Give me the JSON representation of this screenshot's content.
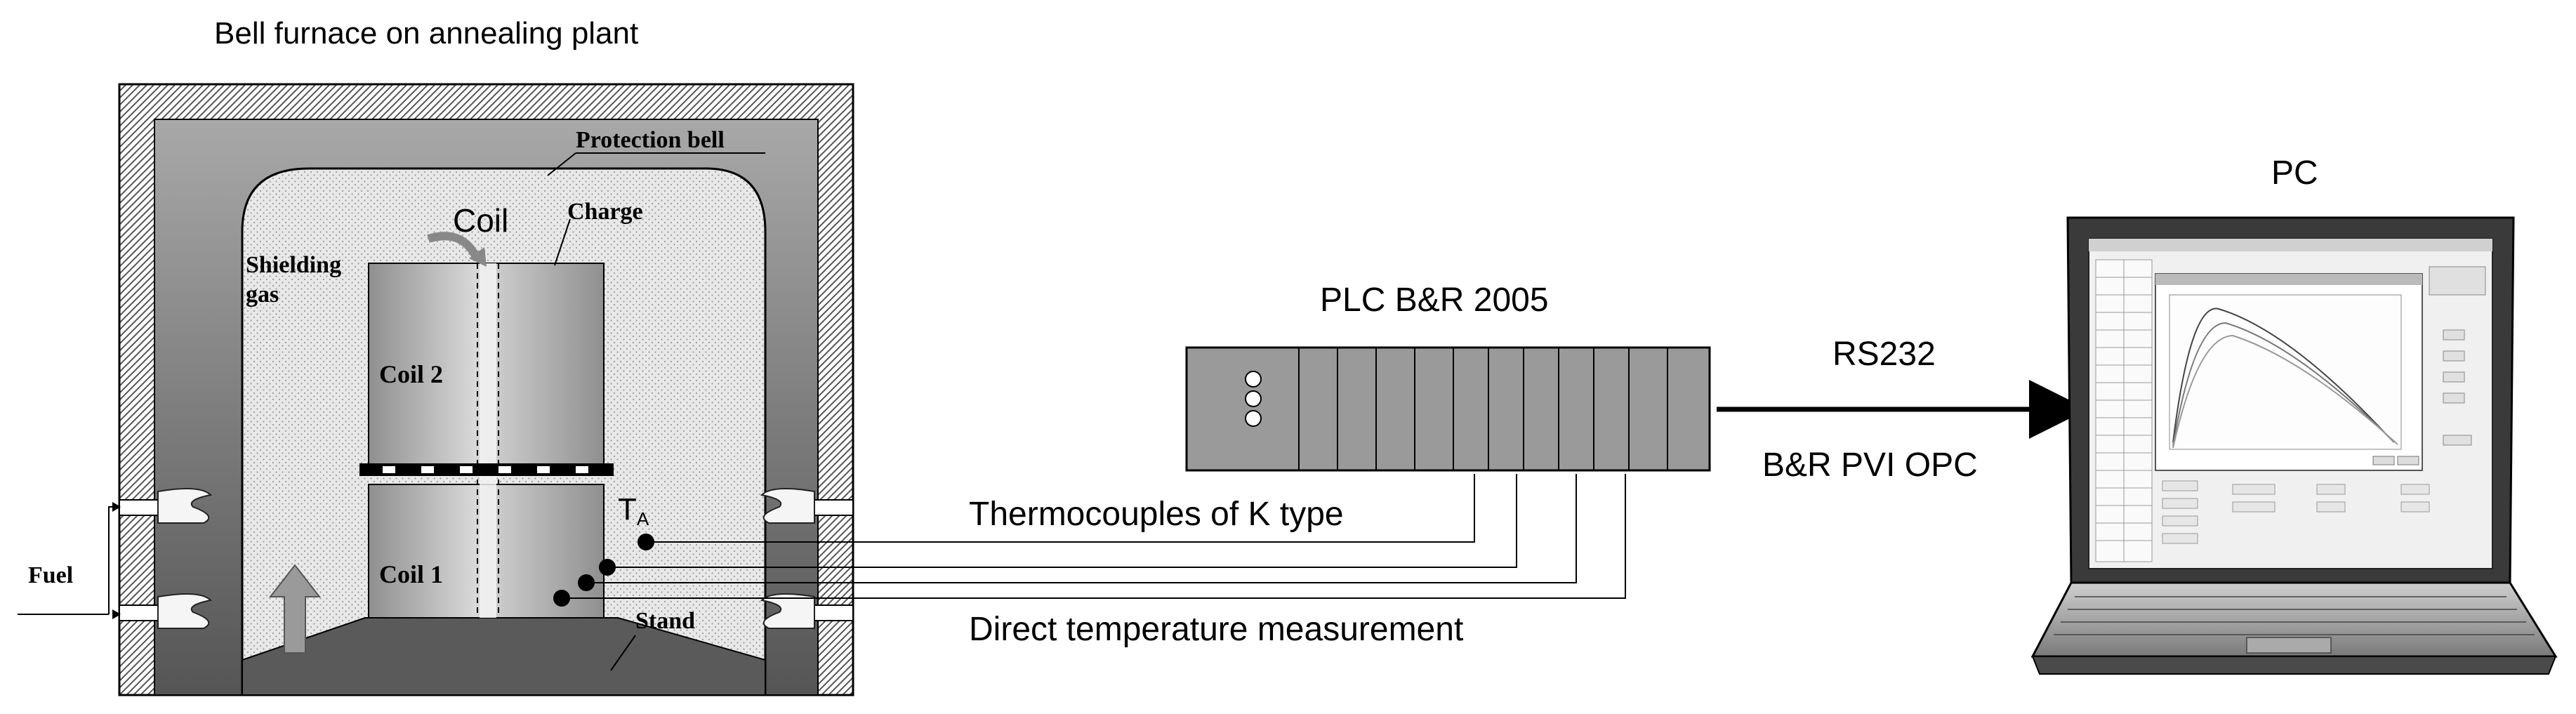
{
  "title": "Bell furnace on annealing plant",
  "furnace": {
    "protection_bell": "Protection bell",
    "coil": "Coil",
    "charge": "Charge",
    "shielding_gas_line1": "Shielding",
    "shielding_gas_line2": "gas",
    "coil_2": "Coil 2",
    "coil_1": "Coil 1",
    "stand": "Stand",
    "fuel": "Fuel",
    "ta_main": "T",
    "ta_sub": "A"
  },
  "plc": {
    "label": "PLC B&R 2005"
  },
  "link": {
    "rs232": "RS232",
    "protocol": "B&R PVI OPC"
  },
  "pc": {
    "label": "PC"
  },
  "wires": {
    "thermocouples": "Thermocouples of K type",
    "direct": "Direct temperature measurement"
  },
  "colors": {
    "furnace_wall": "#8a8a8a",
    "plc_body": "#9a9a9a",
    "bell_fill": "#e6e6e6",
    "coil_fill": "#b5b5b5"
  }
}
